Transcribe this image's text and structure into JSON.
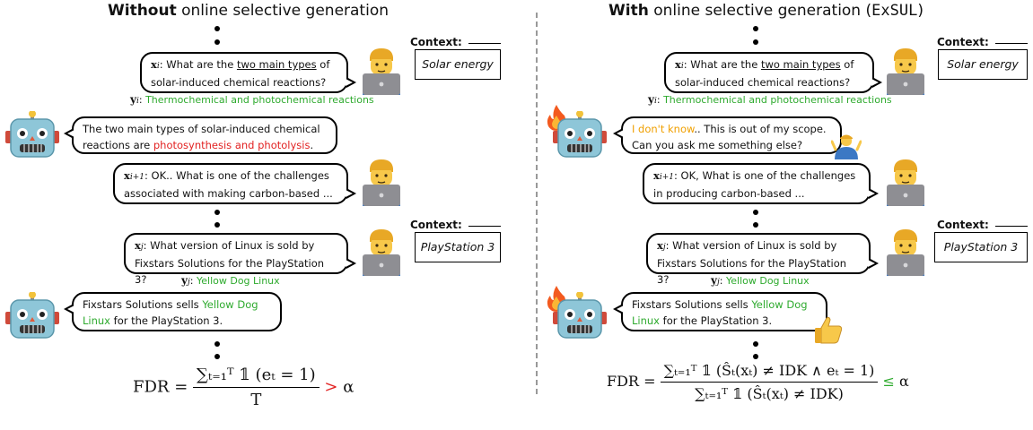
{
  "left": {
    "title_bold": "Without",
    "title_rest": " online selective generation",
    "q1": {
      "x": "x",
      "sub": "i",
      "pre": ": What are the ",
      "underlined": "two main types",
      "post": " of solar-induced chemical reactions?"
    },
    "y1": {
      "y": "y",
      "sub": "i",
      "colon": ": ",
      "answer": "Thermochemical and photochemical reactions"
    },
    "a1": {
      "pre": "The two main types of solar-induced chemical reactions are ",
      "wrong": "photosynthesis and photolysis",
      "post": "."
    },
    "q2": {
      "x": "x",
      "sub": "i+1",
      "text": ": OK.. What is one of the challenges associated with making carbon-based ..."
    },
    "q3": {
      "x": "x",
      "sub": "j",
      "text": ": What version of Linux is sold by Fixstars Solutions for the PlayStation 3?"
    },
    "y3": {
      "y": "y",
      "sub": "j",
      "colon": ": ",
      "answer": "Yellow Dog Linux"
    },
    "a3": {
      "pre": "Fixstars Solutions sells ",
      "right": "Yellow Dog Linux",
      "post": " for the PlayStation 3."
    },
    "ctx1": {
      "label": "Context:",
      "value": "Solar energy"
    },
    "ctx2": {
      "label": "Context:",
      "value": "PlayStation 3"
    },
    "formula": {
      "lhs": "FDR =",
      "num": "∑ₜ₌₁ᵀ 𝟙 (eₜ = 1)",
      "den": "T",
      "rel": ">",
      "alpha": "α"
    }
  },
  "right": {
    "title_bold": "With",
    "title_rest": " online selective generation (",
    "title_method": "ExSUL",
    "title_close": ")",
    "q1": {
      "x": "x",
      "sub": "i",
      "pre": ": What are the ",
      "underlined": "two main types",
      "post": " of solar-induced chemical reactions?"
    },
    "y1": {
      "y": "y",
      "sub": "i",
      "colon": ": ",
      "answer": "Thermochemical and photochemical reactions"
    },
    "a1": {
      "idk": "I don't know",
      "post": ".. This is out of my scope. Can you ask me something else?"
    },
    "q2": {
      "x": "x",
      "sub": "i+1",
      "text": ": OK, What is one of the challenges in producing carbon-based ..."
    },
    "q3": {
      "x": "x",
      "sub": "j",
      "text": ": What version of Linux is sold by Fixstars Solutions for the PlayStation 3?"
    },
    "y3": {
      "y": "y",
      "sub": "j",
      "colon": ": ",
      "answer": "Yellow Dog Linux"
    },
    "a3": {
      "pre": "Fixstars Solutions sells ",
      "right": "Yellow Dog Linux",
      "post": " for the PlayStation 3."
    },
    "ctx1": {
      "label": "Context:",
      "value": "Solar energy"
    },
    "ctx2": {
      "label": "Context:",
      "value": "PlayStation 3"
    },
    "formula": {
      "lhs": "FDR =",
      "num": "∑ₜ₌₁ᵀ 𝟙 (Ŝₜ(xₜ) ≠ IDK ∧ eₜ = 1)",
      "den": "∑ₜ₌₁ᵀ 𝟙 (Ŝₜ(xₜ) ≠ IDK)",
      "rel": "≤",
      "alpha": "α"
    }
  },
  "colors": {
    "correct": "#2eaa2e",
    "wrong": "#e22222",
    "idk": "#f0a000",
    "divider": "#999999"
  },
  "icons": [
    "user-laptop-icon",
    "robot-icon",
    "fire-icon",
    "shrug-icon",
    "thumbs-up-icon"
  ]
}
